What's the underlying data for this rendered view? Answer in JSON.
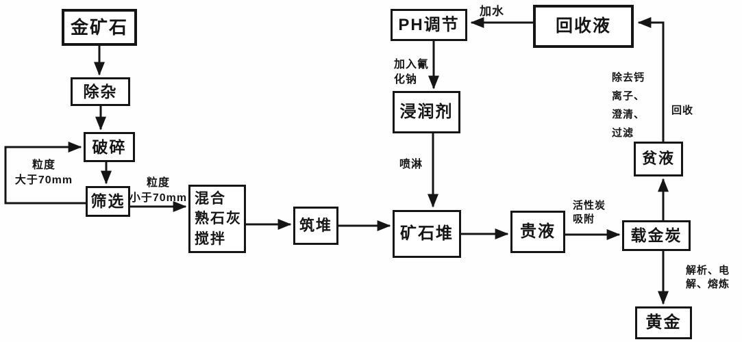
{
  "diagram": {
    "nodes": {
      "gold_ore": {
        "label": "金矿石"
      },
      "impurity_removal": {
        "label": "除杂"
      },
      "crushing": {
        "label": "破碎"
      },
      "screening": {
        "label": "筛选"
      },
      "mix_lime": {
        "label": "混合\n熟石灰\n搅拌"
      },
      "heap_building": {
        "label": "筑堆"
      },
      "ore_heap": {
        "label": "矿石堆"
      },
      "pregnant_solution": {
        "label": "贵液"
      },
      "loaded_carbon": {
        "label": "载金炭"
      },
      "gold": {
        "label": "黄金"
      },
      "barren_solution": {
        "label": "贫液"
      },
      "recovered_solution": {
        "label": "回收液"
      },
      "ph_adjustment": {
        "label": "PH调节"
      },
      "wetting_agent": {
        "label": "浸润剂"
      }
    },
    "edge_labels": {
      "particle_gt_70": "粒度\n大于70mm",
      "particle_lt_70": "粒度\n小于70mm",
      "add_water": "加水",
      "add_sodium_cyanide": "加入氰\n化钠",
      "spray": "喷淋",
      "activated_carbon_adsorption": "活性炭\n吸附",
      "remove_calcium_clarify_filter": "除去钙\n离子、\n澄清、\n过滤",
      "recycle": "回收",
      "desorb_electrolyze_smelt": "解析、电\n解、熔炼"
    },
    "colors": {
      "line": "#151515",
      "box_background": "#ffffff",
      "page_background": "#fefefe"
    }
  }
}
